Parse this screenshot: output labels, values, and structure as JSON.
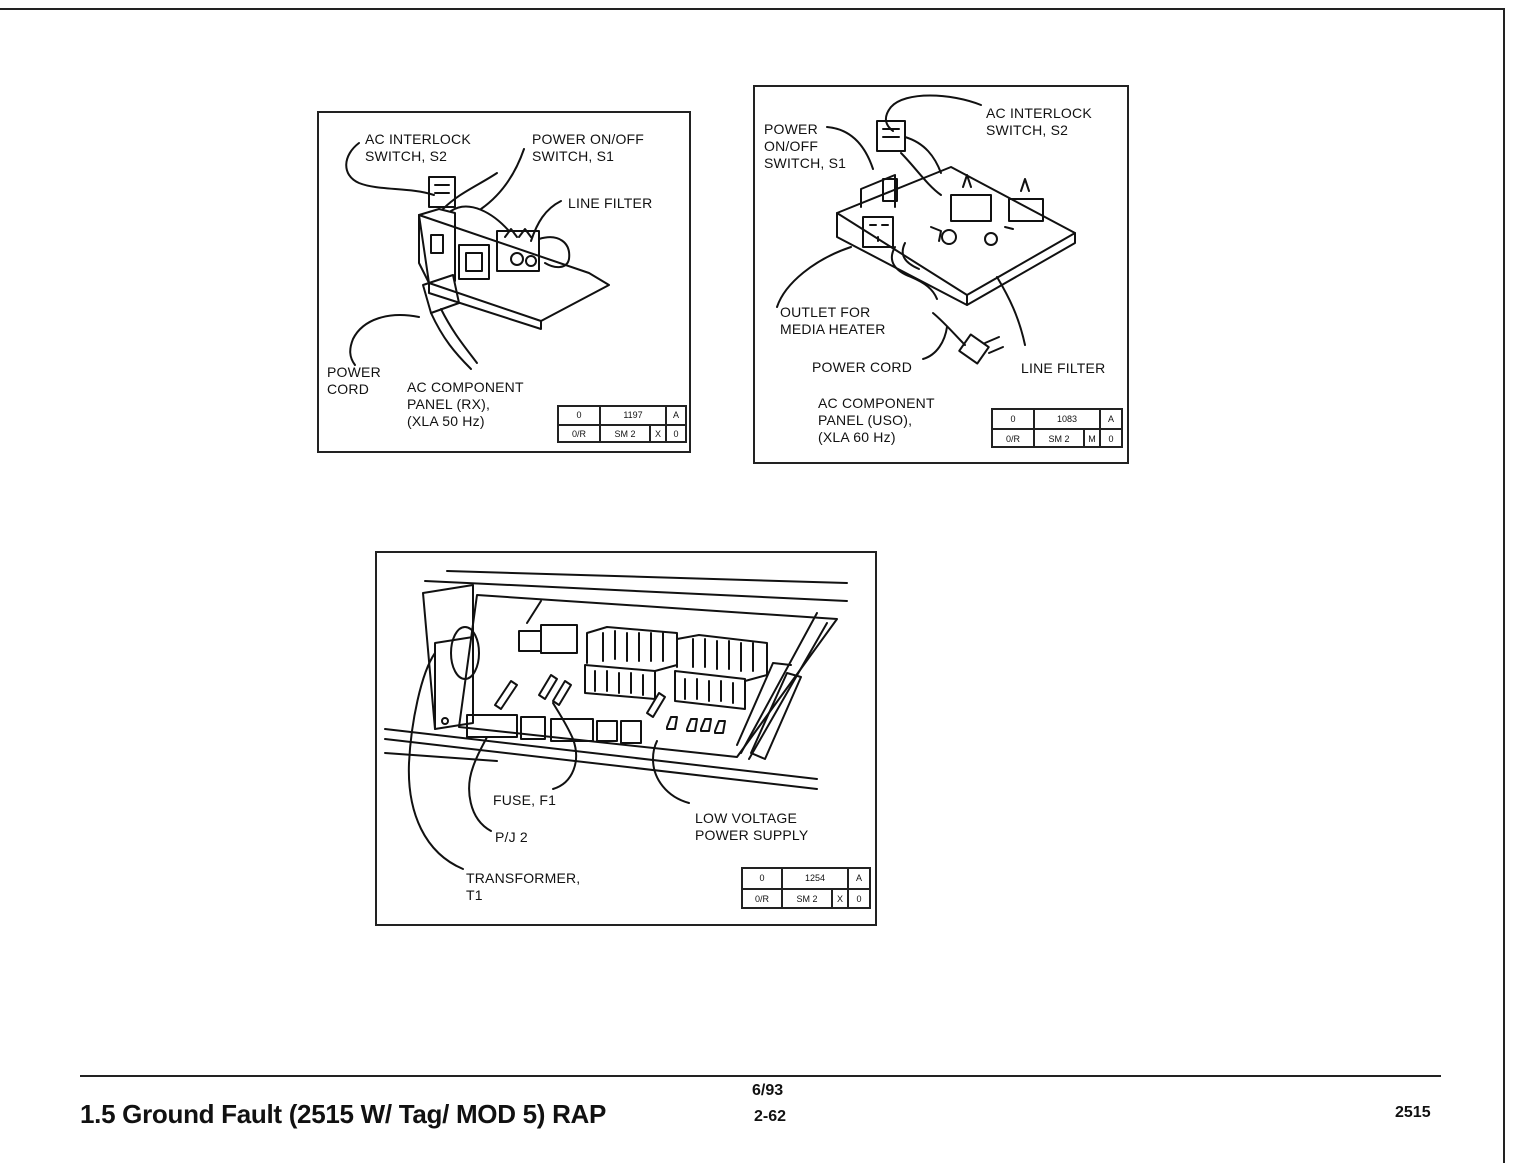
{
  "figures": {
    "rx": {
      "labels": {
        "ac_interlock": "AC INTERLOCK\nSWITCH, S2",
        "power_switch": "POWER ON/OFF\nSWITCH, S1",
        "line_filter": "LINE FILTER",
        "power_cord": "POWER\nCORD",
        "caption": "AC COMPONENT\nPANEL (RX),\n(XLA 50 Hz)"
      },
      "code": {
        "top": [
          "0",
          "1197",
          "A"
        ],
        "bottom": [
          "0/R",
          "SM 2",
          "X",
          "0"
        ]
      }
    },
    "uso": {
      "labels": {
        "power_switch": "POWER\nON/OFF\nSWITCH, S1",
        "ac_interlock": "AC INTERLOCK\nSWITCH, S2",
        "outlet": "OUTLET FOR\nMEDIA HEATER",
        "power_cord": "POWER CORD",
        "line_filter": "LINE FILTER",
        "caption": "AC COMPONENT\nPANEL (USO),\n(XLA 60 Hz)"
      },
      "code": {
        "top": [
          "0",
          "1083",
          "A"
        ],
        "bottom": [
          "0/R",
          "SM 2",
          "M",
          "0"
        ]
      }
    },
    "lvps": {
      "labels": {
        "fuse": "FUSE, F1",
        "pj2": "P/J 2",
        "transformer": "TRANSFORMER,\nT1",
        "lvps": "LOW VOLTAGE\nPOWER SUPPLY"
      },
      "code": {
        "top": [
          "0",
          "1254",
          "A"
        ],
        "bottom": [
          "0/R",
          "SM 2",
          "X",
          "0"
        ]
      }
    }
  },
  "footer": {
    "title": "1.5 Ground Fault (2515 W/ Tag/ MOD 5) RAP",
    "date": "6/93",
    "page": "2-62",
    "model": "2515"
  }
}
